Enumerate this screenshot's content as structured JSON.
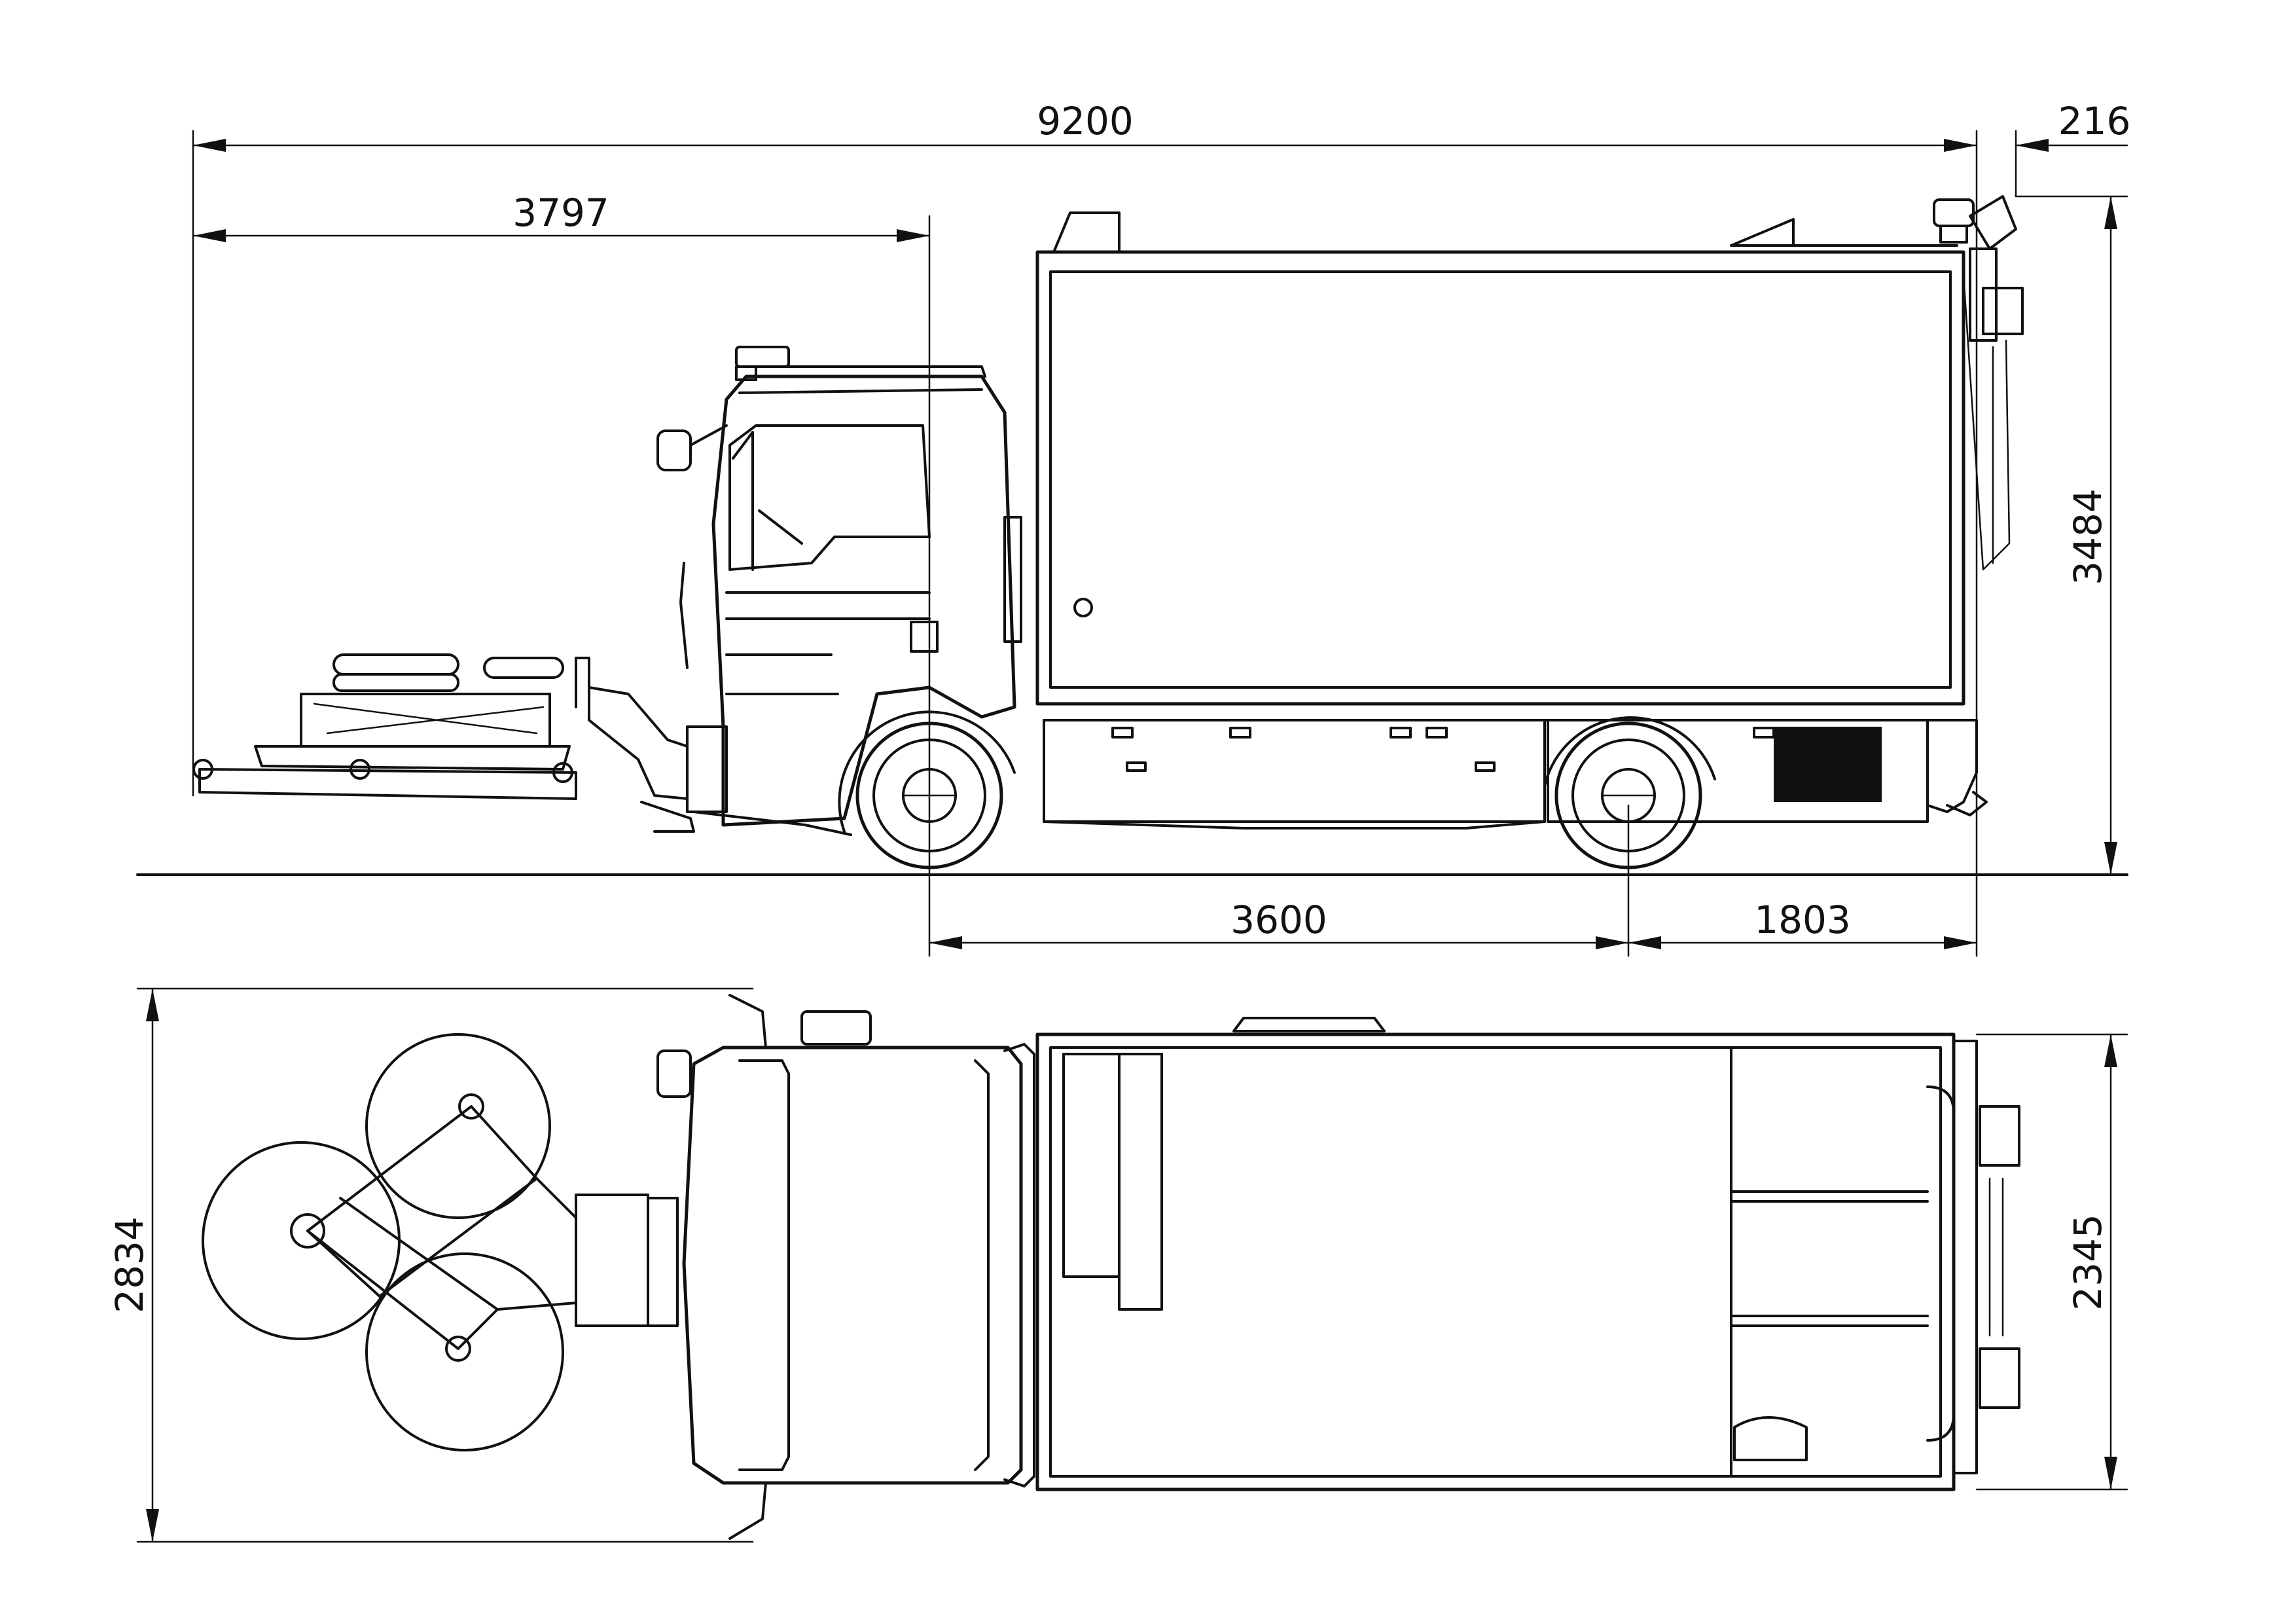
{
  "drawing": {
    "dimensions": {
      "overall_length": "9200",
      "rear_overhang_top": "216",
      "front_attachment_length": "3797",
      "overall_height": "3484",
      "wheelbase": "3600",
      "rear_overhang": "1803",
      "attachment_width": "2834",
      "body_width": "2345"
    }
  }
}
